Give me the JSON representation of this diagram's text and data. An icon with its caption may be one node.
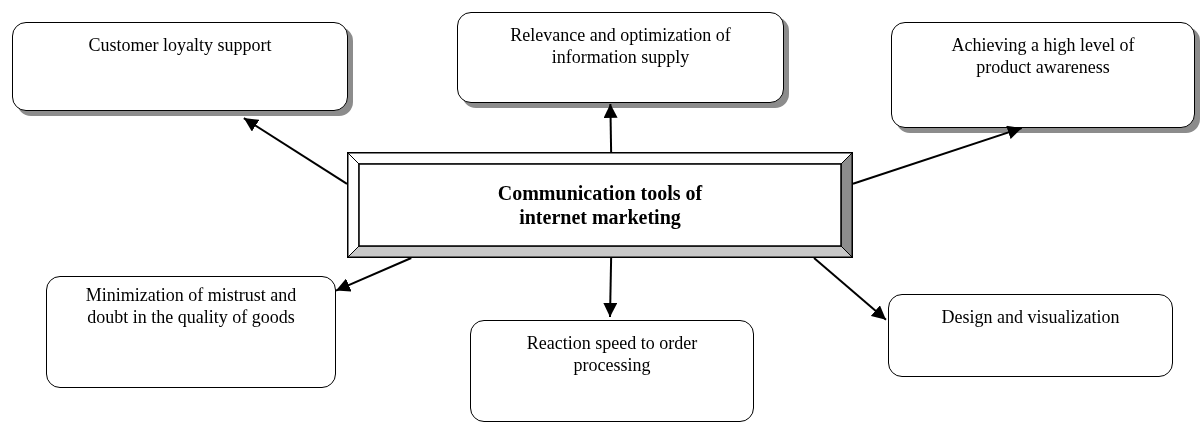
{
  "diagram": {
    "nodes": [
      {
        "text": [
          "Communication tools of internet marketing"
        ]
      },
      {
        "text": [
          "Customer loyalty support"
        ]
      },
      {
        "text": [
          "Relevance and optimization of information supply"
        ]
      },
      {
        "text": [
          "Achieving a high level of product awareness"
        ]
      },
      {
        "text": [
          "Minimization of mistrust and doubt in the quality of goods"
        ]
      },
      {
        "text": [
          "Reaction speed to order processing"
        ]
      },
      {
        "text": [
          "Design and visualization"
        ]
      }
    ],
    "edges": [
      {
        "from": 0,
        "to": 1,
        "arrow": "to"
      },
      {
        "from": 0,
        "to": 2,
        "arrow": "to"
      },
      {
        "from": 0,
        "to": 3,
        "arrow": "to"
      },
      {
        "from": 0,
        "to": 4,
        "arrow": "to"
      },
      {
        "from": 0,
        "to": 5,
        "arrow": "to"
      },
      {
        "from": 0,
        "to": 6,
        "arrow": "to"
      }
    ]
  }
}
